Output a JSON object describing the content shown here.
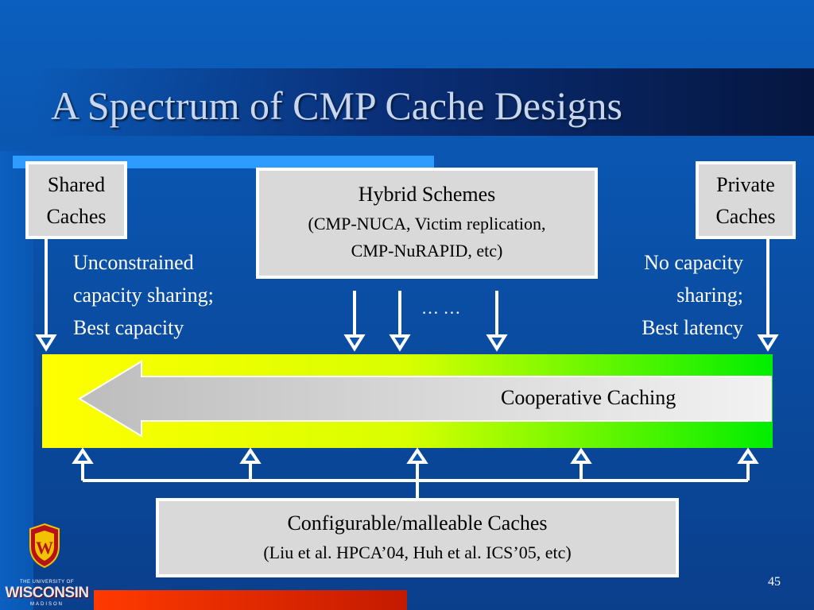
{
  "slide": {
    "title": "A Spectrum of CMP Cache Designs",
    "page_number": "45"
  },
  "shared_box": {
    "line1": "Shared",
    "line2": "Caches"
  },
  "private_box": {
    "line1": "Private",
    "line2": "Caches"
  },
  "hybrid_box": {
    "title": "Hybrid Schemes",
    "subtitle_line1": "(CMP-NUCA, Victim replication,",
    "subtitle_line2": "CMP-NuRAPID, etc)"
  },
  "left_note": {
    "line1": "Unconstrained",
    "line2": "capacity sharing;",
    "line3": "Best capacity"
  },
  "right_note": {
    "line1": "No capacity",
    "line2": "sharing;",
    "line3": "Best latency"
  },
  "ellipsis": "… …",
  "cooperative_label": "Cooperative Caching",
  "config_box": {
    "title": "Configurable/malleable Caches",
    "subtitle": "(Liu et al. HPCA’04, Huh et al. ICS’05, etc)"
  },
  "logo": {
    "wordmark_top": "THE UNIVERSITY OF",
    "wordmark": "WISCONSIN",
    "wordmark_bottom": "MADISON",
    "crest_letter": "W"
  },
  "colors": {
    "background": "#0a55b0",
    "title_text": "#c8d7ee",
    "accent_bar": "#2d9bff",
    "box_fill": "#d9d9d9",
    "band_start": "#ffff00",
    "band_end": "#00ee00",
    "footer_bar": "#ff3a00",
    "crest": "#b5121b"
  }
}
